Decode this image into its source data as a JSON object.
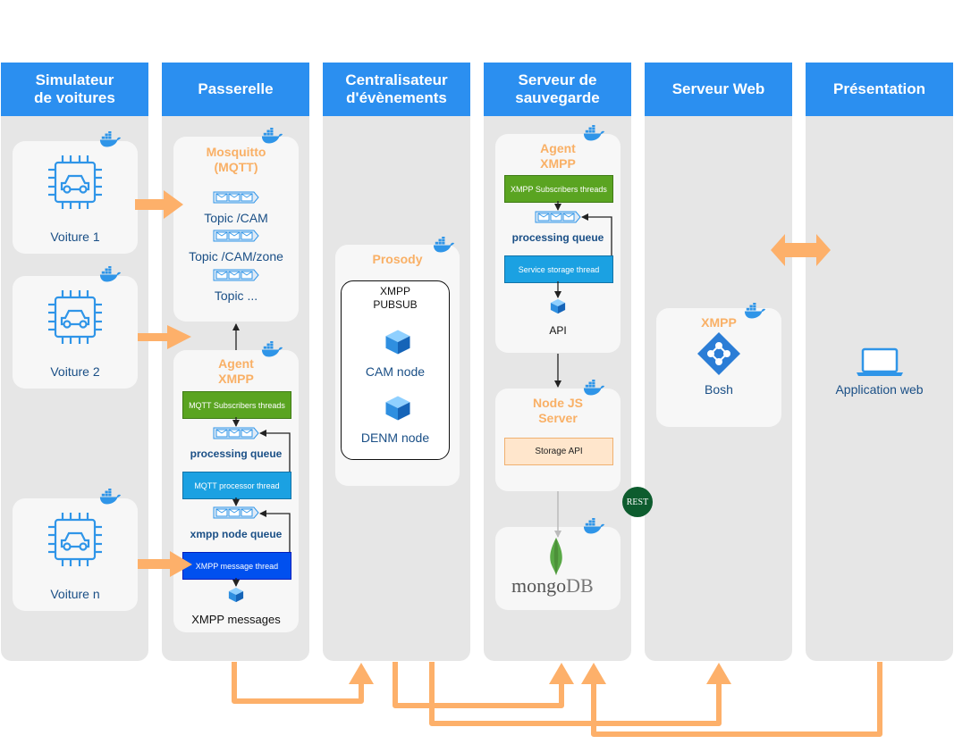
{
  "columns": [
    {
      "title": "Simulateur\nde voitures"
    },
    {
      "title": "Passerelle"
    },
    {
      "title": "Centralisateur\nd'évènements"
    },
    {
      "title": "Serveur de\nsauvegarde"
    },
    {
      "title": "Serveur Web"
    },
    {
      "title": "Présentation"
    }
  ],
  "simulator": {
    "cars": [
      "Voiture 1",
      "Voiture 2",
      "Voiture n"
    ]
  },
  "gateway": {
    "mosquitto_title": "Mosquitto\n(MQTT)",
    "topics": [
      "Topic /CAM",
      "Topic /CAM/zone",
      "Topic ..."
    ],
    "agent_title": "Agent\nXMPP",
    "mqtt_subscribers": "MQTT Subscribers threads",
    "processing_queue": "processing queue",
    "mqtt_processor": "MQTT processor thread",
    "xmpp_node_queue": "xmpp node queue",
    "xmpp_message_thread": "XMPP message thread",
    "xmpp_messages": "XMPP messages"
  },
  "centralizer": {
    "prosody_title": "Prosody",
    "pubsub_title": "XMPP\nPUBSUB",
    "cam_node": "CAM node",
    "denm_node": "DENM node"
  },
  "backup": {
    "agent_title": "Agent\nXMPP",
    "xmpp_subscribers": "XMPP Subscribers threads",
    "processing_queue": "processing queue",
    "service_storage": "Service storage thread",
    "api": "API",
    "node_title": "Node JS\nServer",
    "storage_api": "Storage API",
    "rest_badge": "REST",
    "mongo_left": "mongo",
    "mongo_right": "DB"
  },
  "web": {
    "xmpp_title": "XMPP",
    "bosh": "Bosh"
  },
  "presentation": {
    "app": "Application web"
  },
  "colors": {
    "header": "#2b8ff0",
    "column": "#e6e6e6",
    "card": "#f7f7f7",
    "accent_orange": "#f9b066",
    "text_blue": "#1a4f86",
    "icon_blue": "#2f95e8",
    "green": "#5aa421",
    "light_blue": "#1ba1e2",
    "dark_blue": "#0050ef"
  }
}
